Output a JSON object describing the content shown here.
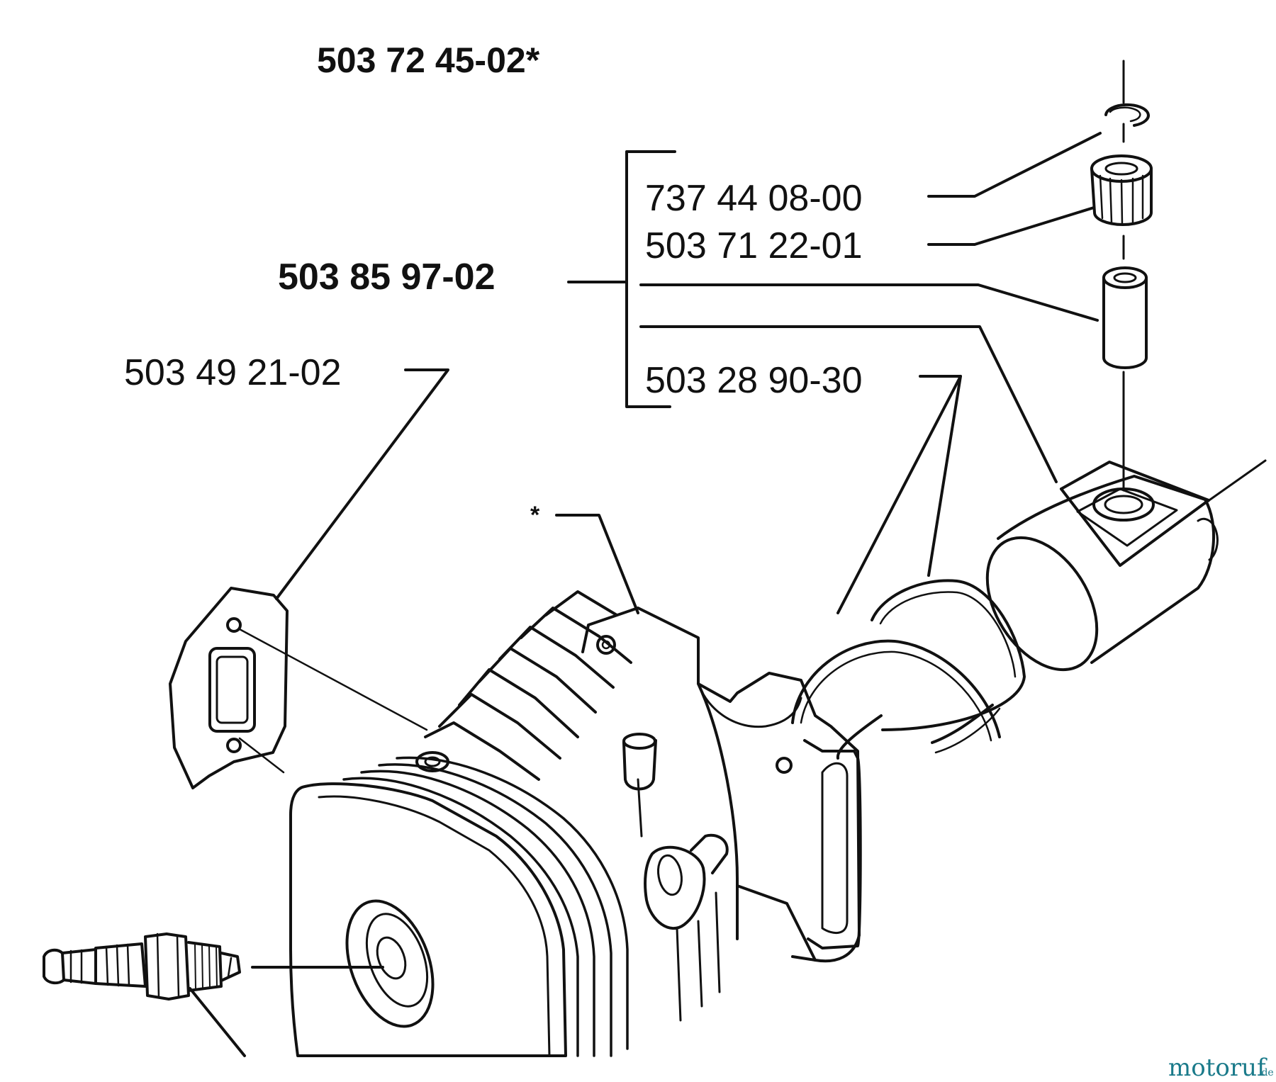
{
  "title_part": "503 72 45-02*",
  "kit_part": "503 85 97-02",
  "parts": {
    "circlip": "737 44 08-00",
    "needle_bearing": "503 71 22-01",
    "piston_rings": "503 28 90-30",
    "gasket": "503 49 21-02"
  },
  "cylinder_marker": "*",
  "watermark": {
    "name": "motoruf",
    "suffix": ".de",
    "color": "#1a7a8a",
    "accent": "#d98a1f"
  }
}
